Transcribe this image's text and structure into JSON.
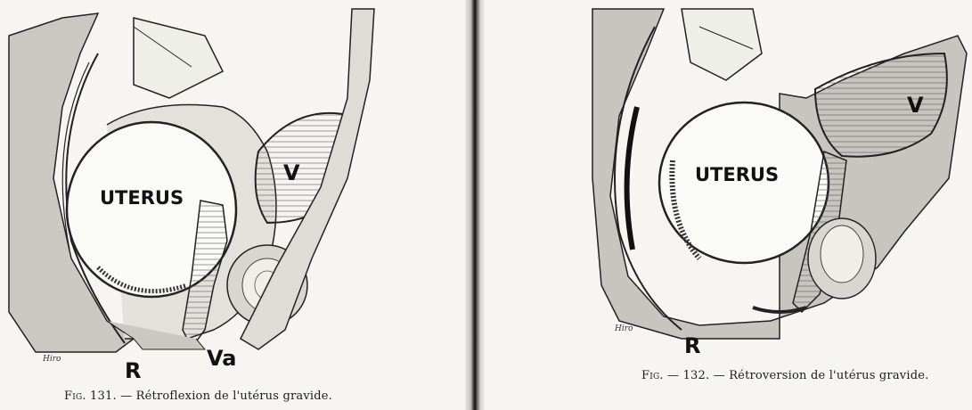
{
  "left_figure": {
    "labels": {
      "uterus": "UTERUS",
      "bladder": "V",
      "rectum": "R",
      "vagina": "Va"
    },
    "signature": "Hiro",
    "caption": {
      "fig_abbr": "Fig.",
      "text": "131. — Rétroflexion de l'utérus gravide."
    }
  },
  "right_figure": {
    "labels": {
      "uterus": "UTERUS",
      "bladder": "V",
      "rectum": "R"
    },
    "signature": "Hiro",
    "caption": {
      "fig_abbr": "Fig.",
      "text": "— 132. — Rétroversion de l'utérus gravide."
    }
  }
}
